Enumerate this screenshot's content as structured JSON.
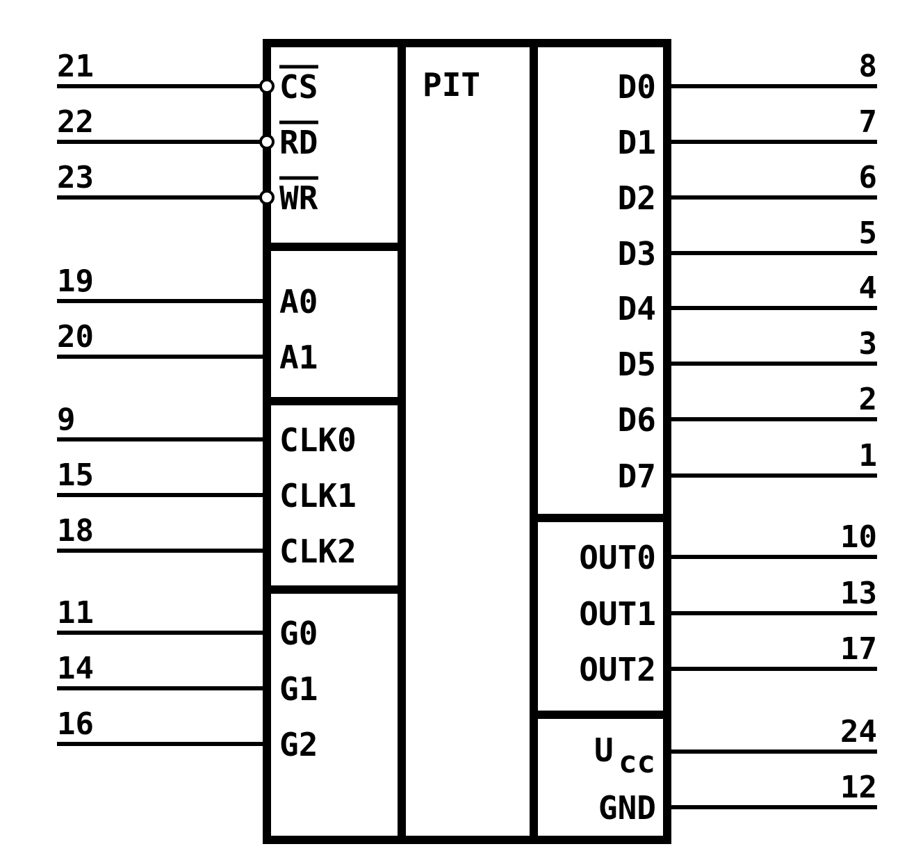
{
  "chip": {
    "title": "PIT"
  },
  "left_pins": [
    {
      "num": "21",
      "name": "CS",
      "inverted": true,
      "overline": true
    },
    {
      "num": "22",
      "name": "RD",
      "inverted": true,
      "overline": true
    },
    {
      "num": "23",
      "name": "WR",
      "inverted": true,
      "overline": true
    },
    {
      "num": "19",
      "name": "A0"
    },
    {
      "num": "20",
      "name": "A1"
    },
    {
      "num": "9",
      "name": "CLK0"
    },
    {
      "num": "15",
      "name": "CLK1"
    },
    {
      "num": "18",
      "name": "CLK2"
    },
    {
      "num": "11",
      "name": "G0"
    },
    {
      "num": "14",
      "name": "G1"
    },
    {
      "num": "16",
      "name": "G2"
    }
  ],
  "right_pins": [
    {
      "num": "8",
      "name": "D0"
    },
    {
      "num": "7",
      "name": "D1"
    },
    {
      "num": "6",
      "name": "D2"
    },
    {
      "num": "5",
      "name": "D3"
    },
    {
      "num": "4",
      "name": "D4"
    },
    {
      "num": "3",
      "name": "D5"
    },
    {
      "num": "2",
      "name": "D6"
    },
    {
      "num": "1",
      "name": "D7"
    },
    {
      "num": "10",
      "name": "OUT0"
    },
    {
      "num": "13",
      "name": "OUT1"
    },
    {
      "num": "17",
      "name": "OUT2"
    },
    {
      "num": "24",
      "name": "U",
      "subscript": "cc"
    },
    {
      "num": "12",
      "name": "GND"
    }
  ]
}
